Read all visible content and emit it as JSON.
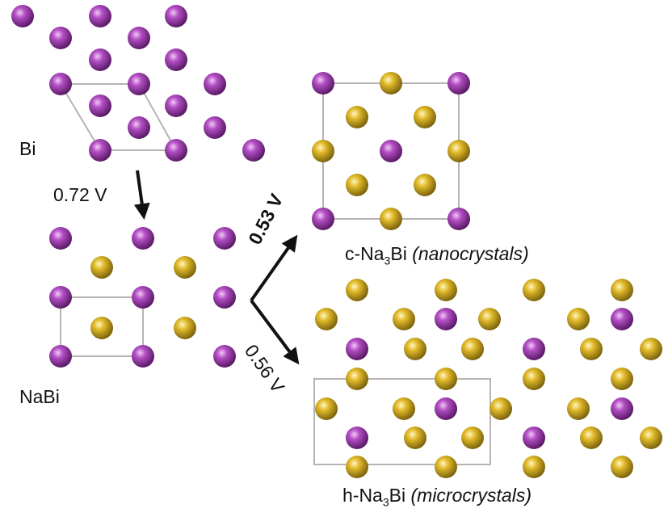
{
  "labels": {
    "bi": "Bi",
    "nabi": "NaBi",
    "c_prefix": "c-Na",
    "c_sub": "3",
    "c_suffix": "Bi",
    "c_note": "(nanocrystals)",
    "h_prefix": "h-Na",
    "h_sub": "3",
    "h_suffix": "Bi",
    "h_note": "(microcrystals)"
  },
  "voltages": {
    "bi_to_nabi": "0.72 V",
    "to_cubic": "0.53 V",
    "to_hex": "0.56 V"
  },
  "colors": {
    "bi_atom": "#8e3a9e",
    "na_atom": "#c9a51a",
    "cell_line": "#b9b2b2",
    "arrow": "#111111"
  }
}
